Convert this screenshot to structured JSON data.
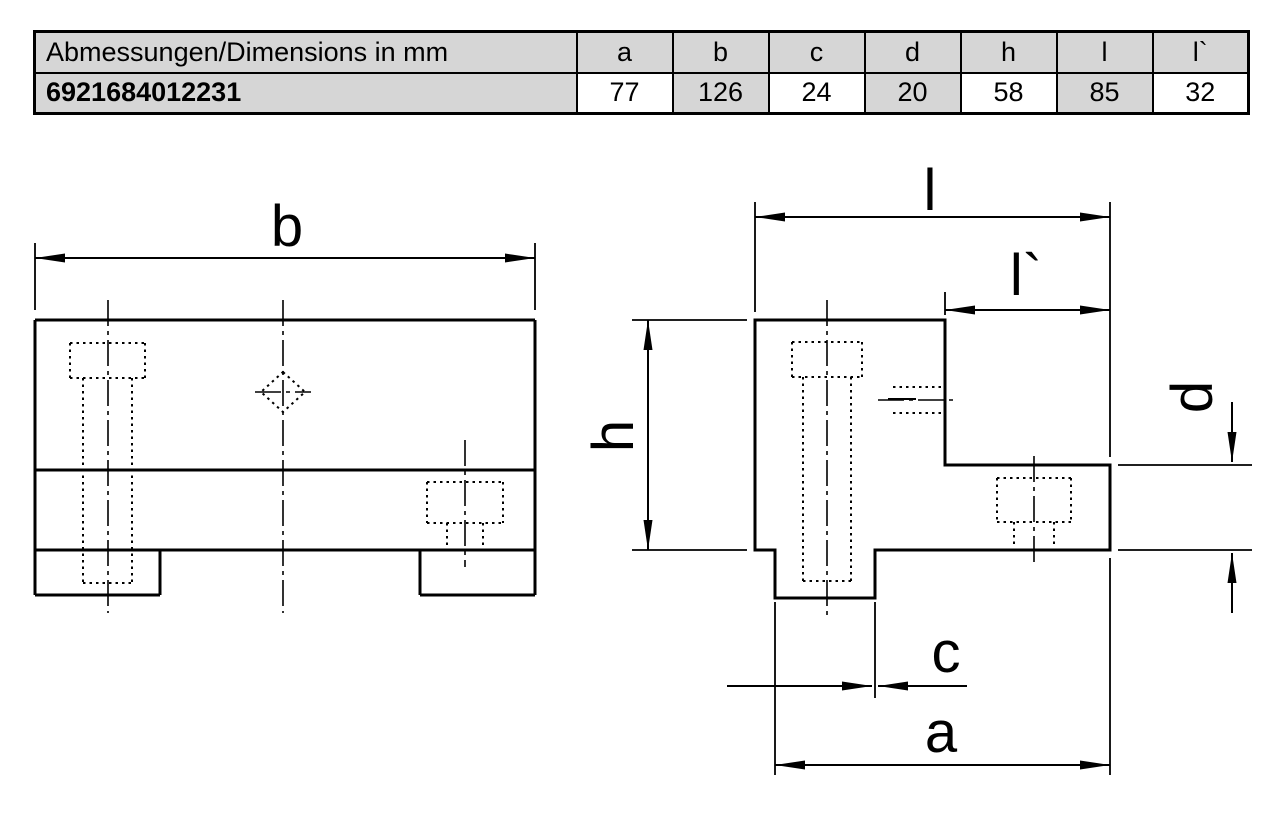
{
  "table": {
    "header": [
      "Abmessungen/Dimensions in mm",
      "a",
      "b",
      "c",
      "d",
      "h",
      "l",
      "l`"
    ],
    "row_label": "6921684012231",
    "values": [
      "77",
      "126",
      "24",
      "20",
      "58",
      "85",
      "32"
    ]
  },
  "labels": {
    "b": "b",
    "l": "l",
    "l2": "l`",
    "h": "h",
    "d": "d",
    "c": "c",
    "a": "a"
  }
}
